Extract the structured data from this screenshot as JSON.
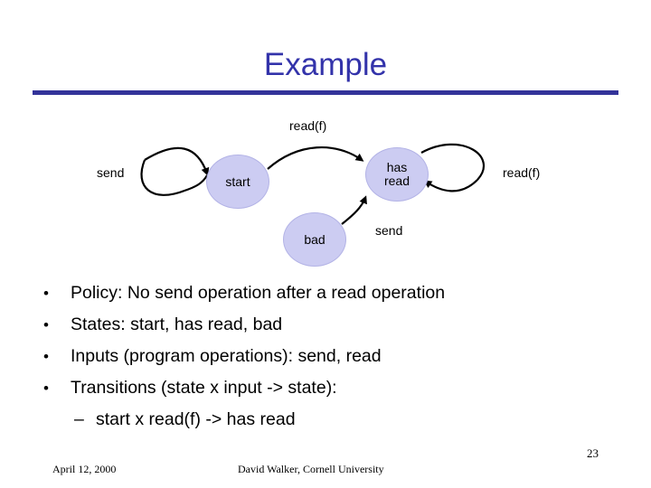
{
  "slide": {
    "title": "Example",
    "page_number": "23",
    "footer": {
      "date": "April 12, 2000",
      "author": "David Walker, Cornell University"
    },
    "accent_color": "#333399",
    "title_color": "#3333aa",
    "node_fill": "#ccccf2"
  },
  "diagram": {
    "nodes": [
      {
        "id": "start",
        "label": "start"
      },
      {
        "id": "has-read",
        "label": "has\nread",
        "line1": "has",
        "line2": "read"
      },
      {
        "id": "bad",
        "label": "bad"
      }
    ],
    "edge_labels": [
      {
        "id": "read-f-top",
        "text": "read(f)"
      },
      {
        "id": "send-left",
        "text": "send"
      },
      {
        "id": "read-f-right",
        "text": "read(f)"
      },
      {
        "id": "send-bottom",
        "text": "send"
      }
    ]
  },
  "bullets": [
    {
      "mark": "•",
      "text": "Policy: No send operation after a read operation"
    },
    {
      "mark": "•",
      "text": "States: start, has read, bad"
    },
    {
      "mark": "•",
      "text": "Inputs (program operations): send, read"
    },
    {
      "mark": "•",
      "text": "Transitions (state x input -> state):"
    }
  ],
  "sub_bullets": [
    {
      "mark": "–",
      "text": "start x read(f) -> has read"
    }
  ]
}
